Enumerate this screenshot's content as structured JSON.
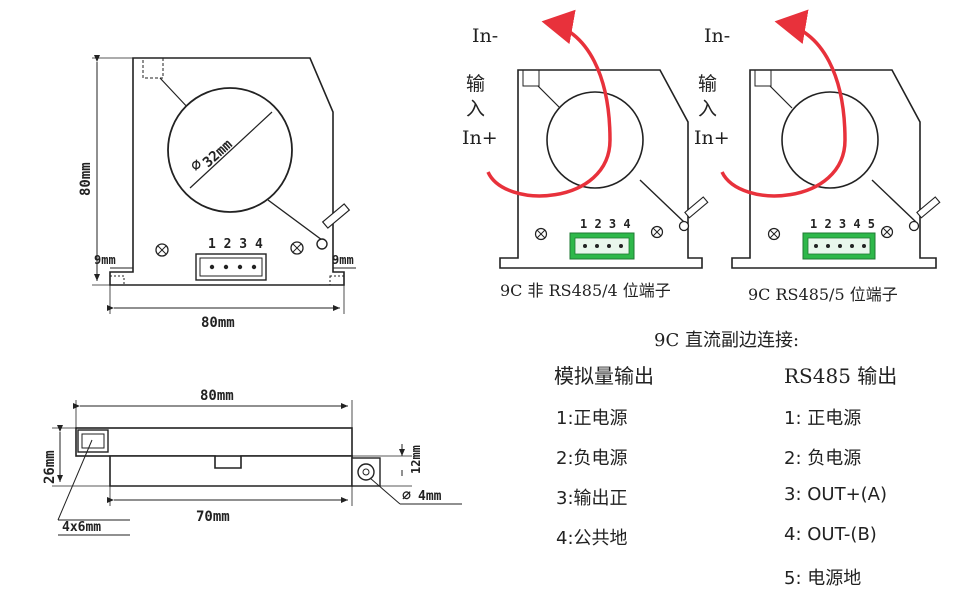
{
  "front_view": {
    "height_label": "80mm",
    "width_label": "80mm",
    "hole_label": "32mm",
    "left_margin_label": "9mm",
    "right_margin_label": "9mm",
    "pins_label": "1 2 3 4"
  },
  "side_view": {
    "width_label": "80mm",
    "height_label": "26mm",
    "inner_height_label": "12mm",
    "slot_label": "4x6mm",
    "base_width_label": "70mm",
    "hole_label": "4mm"
  },
  "module_a": {
    "in_minus": "In-",
    "input_label_1": "输",
    "input_label_2": "入",
    "in_plus": "In+",
    "pins_label": "1 2 3 4",
    "caption": "9C 非 RS485/4 位端子"
  },
  "module_b": {
    "in_minus": "In-",
    "input_label_1": "输",
    "input_label_2": "入",
    "in_plus": "In+",
    "pins_label": "1 2 3 4 5",
    "caption": "9C  RS485/5 位端子"
  },
  "connection": {
    "title": "9C 直流副边连接:",
    "analog": {
      "header": "模拟量输出",
      "items": [
        "1:正电源",
        "2:负电源",
        "3:输出正",
        "4:公共地"
      ]
    },
    "rs485": {
      "header": "RS485 输出",
      "items": [
        "1: 正电源",
        "2: 负电源",
        "3: OUT+(A)",
        "4: OUT-(B)",
        "5: 电源地"
      ]
    }
  },
  "colors": {
    "arrow": "#e8313b",
    "terminal": "#2eb84a",
    "line": "#222222"
  }
}
